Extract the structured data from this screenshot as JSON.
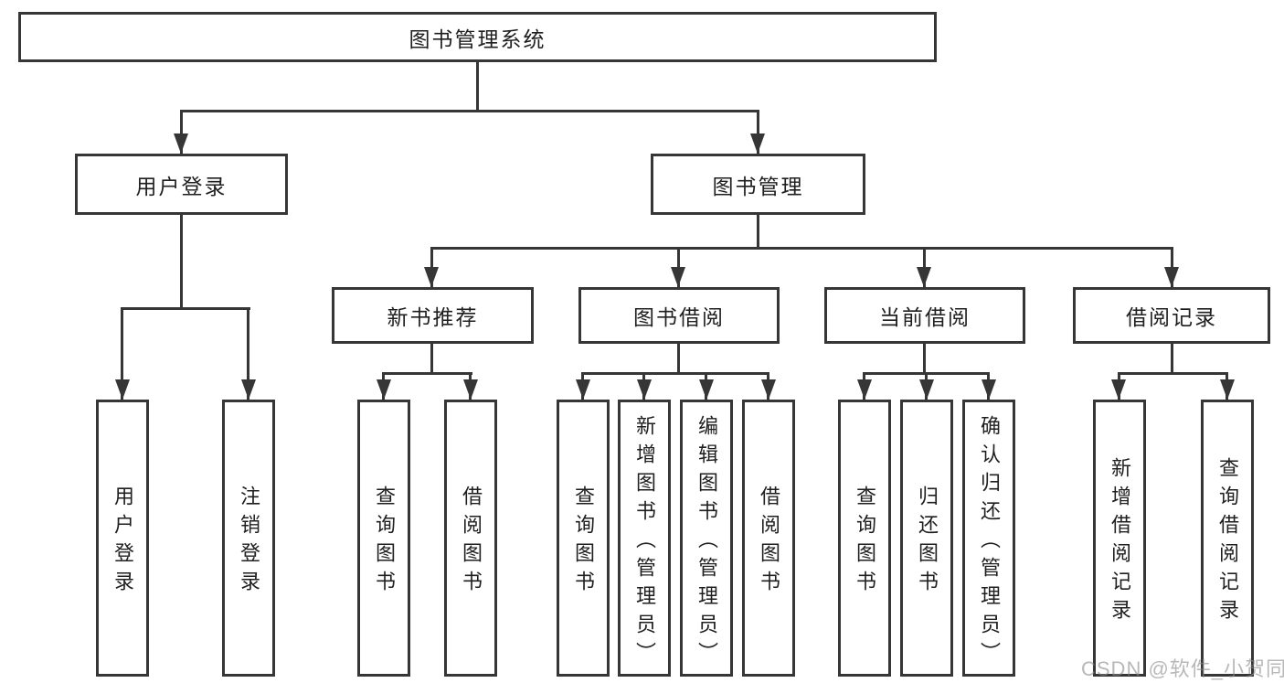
{
  "colors": {
    "line": "#363636",
    "box_border": "#363636",
    "text": "#1f1f1f",
    "background": "#ffffff",
    "watermark": "#898989"
  },
  "tree": {
    "root": {
      "label": "图书管理系统"
    },
    "branches": [
      {
        "label": "用户登录",
        "children": [
          {
            "label": "用户登录"
          },
          {
            "label": "注销登录"
          }
        ]
      },
      {
        "label": "图书管理",
        "children": [
          {
            "label": "新书推荐",
            "children": [
              {
                "label": "查询图书"
              },
              {
                "label": "借阅图书"
              }
            ]
          },
          {
            "label": "图书借阅",
            "children": [
              {
                "label": "查询图书"
              },
              {
                "label": "新增图书（管理员）"
              },
              {
                "label": "编辑图书（管理员）"
              },
              {
                "label": "借阅图书"
              }
            ]
          },
          {
            "label": "当前借阅",
            "children": [
              {
                "label": "查询图书"
              },
              {
                "label": "归还图书"
              },
              {
                "label": "确认归还（管理员）"
              }
            ]
          },
          {
            "label": "借阅记录",
            "children": [
              {
                "label": "新增借阅记录"
              },
              {
                "label": "查询借阅记录"
              }
            ]
          }
        ]
      }
    ]
  },
  "watermark": {
    "text": "CSDN @软件_小贺同学"
  }
}
